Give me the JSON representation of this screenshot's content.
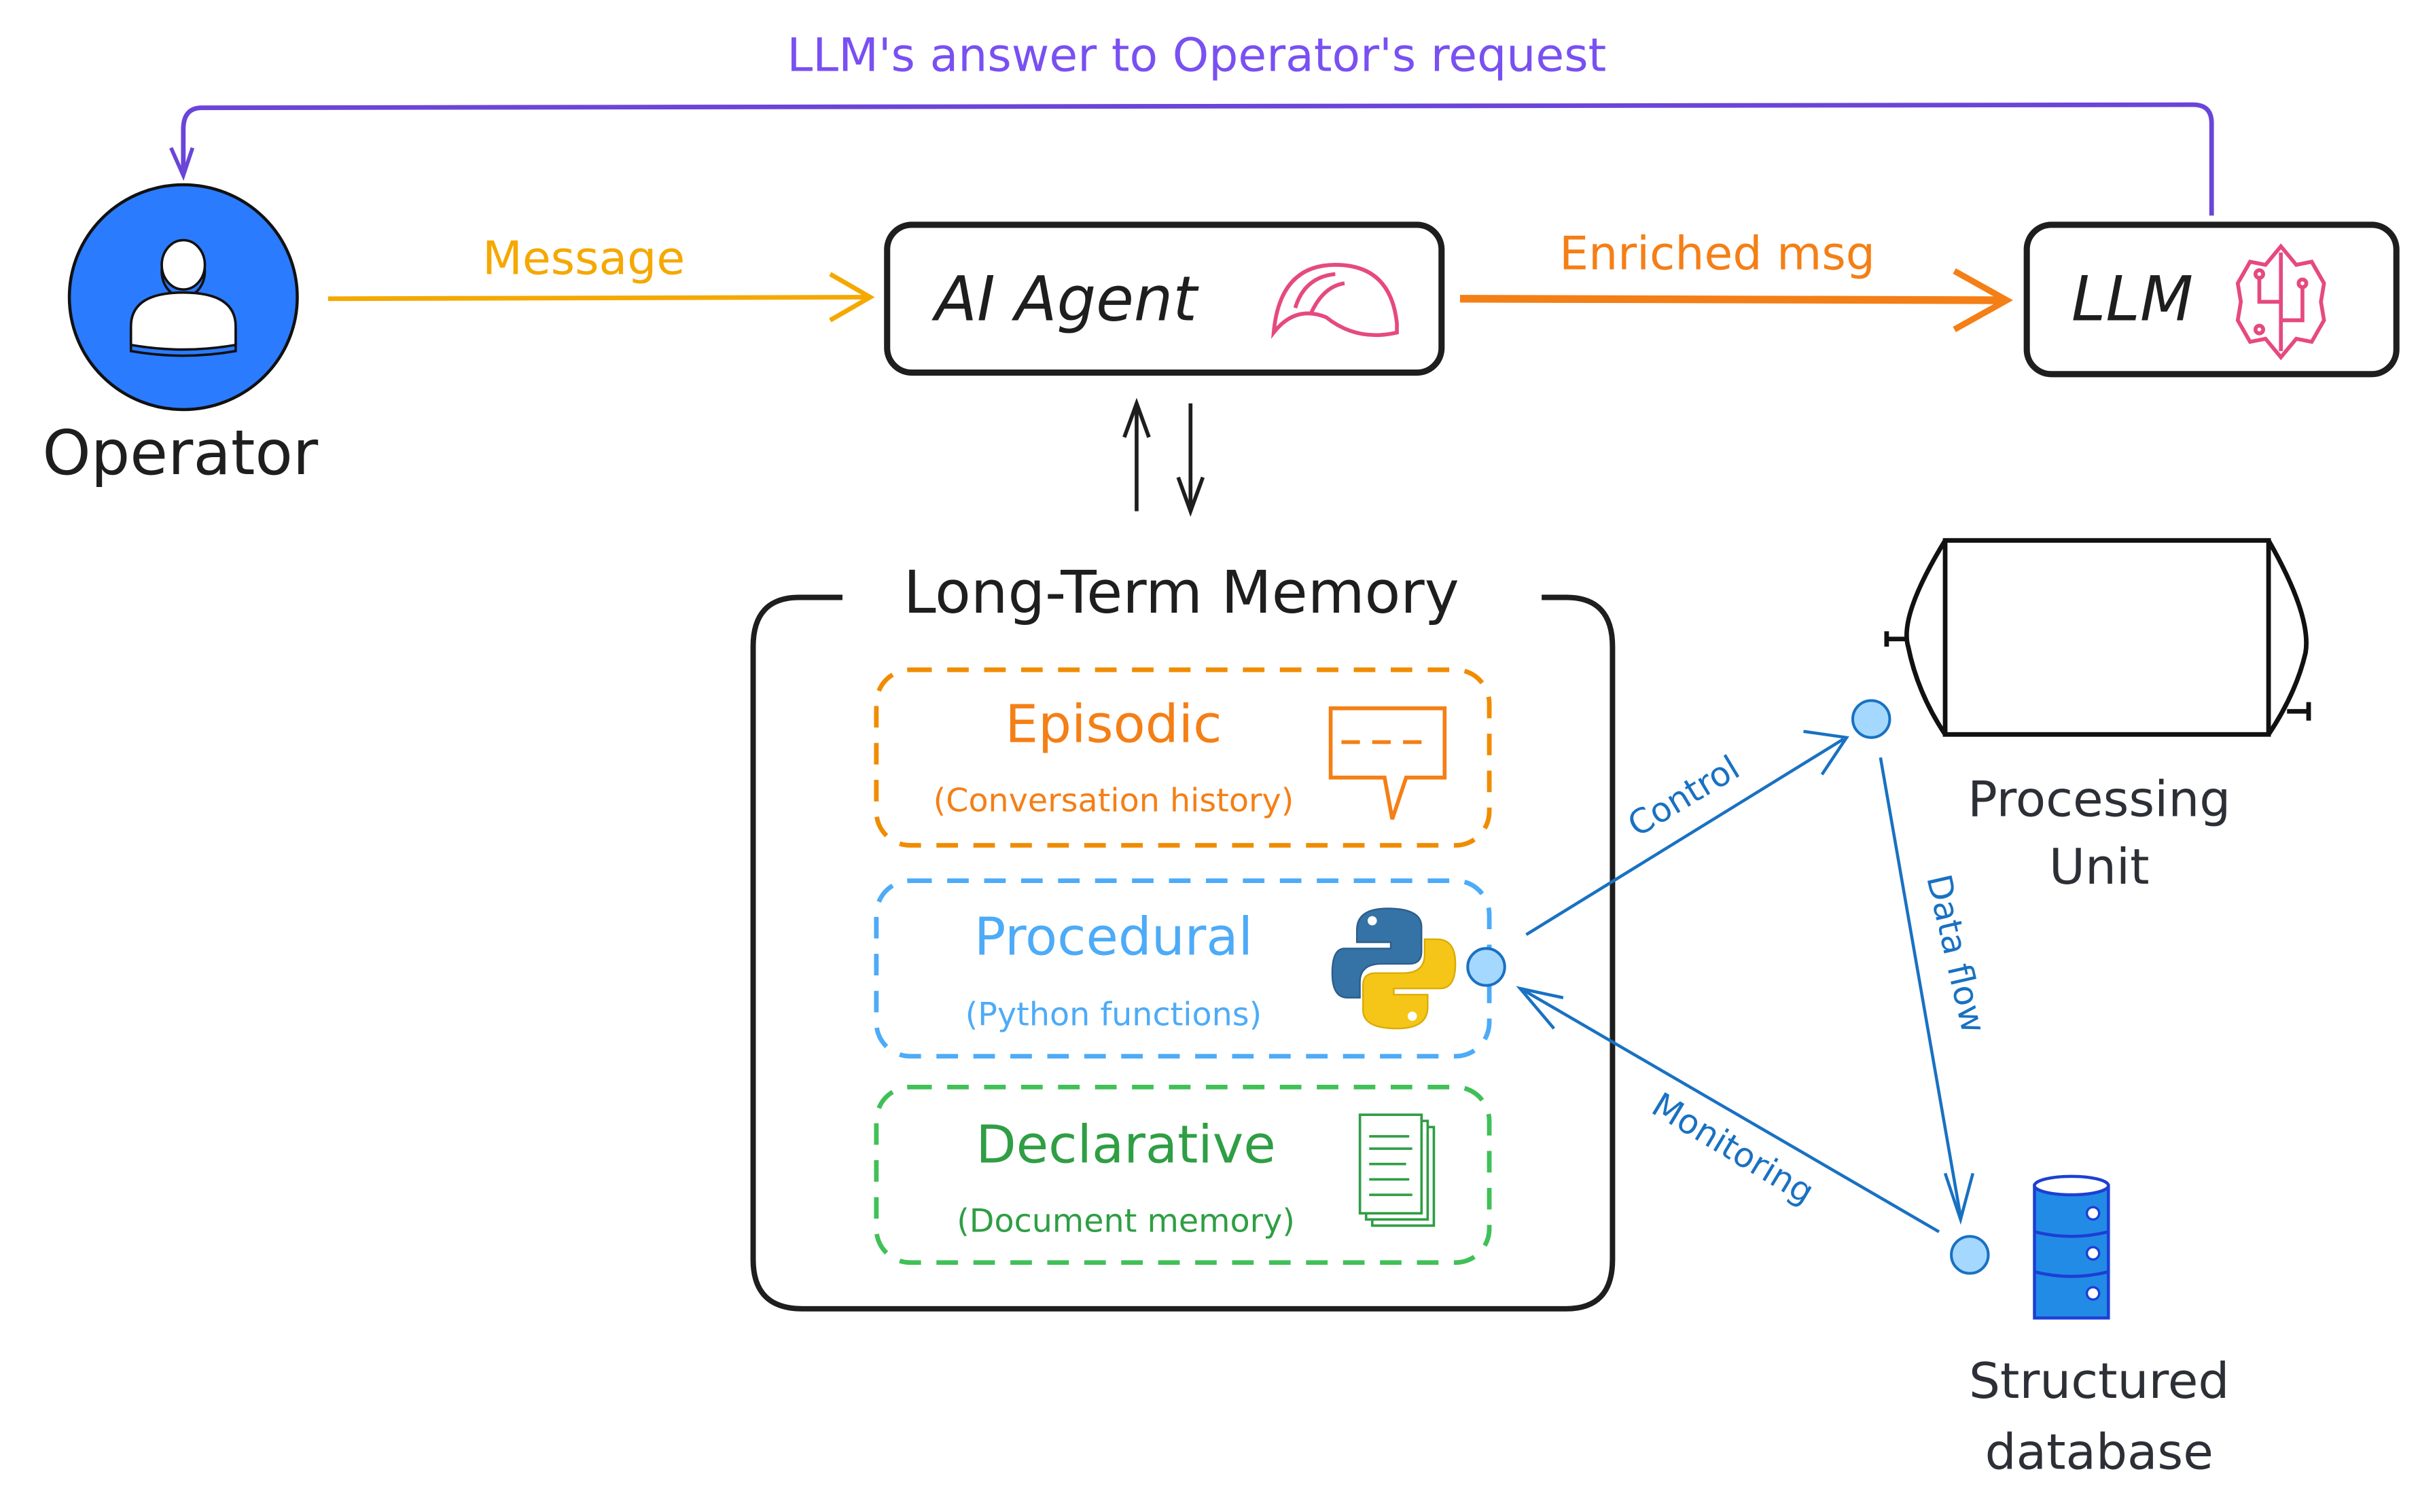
{
  "colors": {
    "purple": "#6a45d8",
    "yellow": "#f5a800",
    "orange": "#f47f16",
    "pink": "#e64980",
    "blue_link": "#1971c2",
    "node_fill": "#a5d8ff",
    "episodic": "#f08c00",
    "procedural": "#4dabf7",
    "declarative": "#2f9e44",
    "operator_fill": "#2b7bff",
    "db_fill": "#228be6"
  },
  "operator": {
    "label": "Operator",
    "icon": "user-icon"
  },
  "agent": {
    "label": "AI Agent",
    "icon": "hard-hat-icon"
  },
  "llm": {
    "label": "LLM",
    "icon": "brain-circuit-icon"
  },
  "edges": {
    "message": "Message",
    "enriched": "Enriched msg",
    "answer": "LLM's answer to Operator's request",
    "control": "Control",
    "data_flow": "Data flow",
    "monitoring": "Monitoring"
  },
  "memory": {
    "title": "Long-Term Memory",
    "sections": [
      {
        "title": "Episodic",
        "subtitle": "(Conversation history)",
        "icon": "chat-bubble-icon"
      },
      {
        "title": "Procedural",
        "subtitle": "(Python functions)",
        "icon": "python-logo-icon"
      },
      {
        "title": "Declarative",
        "subtitle": "(Document memory)",
        "icon": "documents-icon"
      }
    ]
  },
  "processing_unit": {
    "line1": "Processing",
    "line2": "Unit",
    "icon": "tank-icon"
  },
  "database": {
    "line1": "Structured",
    "line2": "database",
    "icon": "database-icon"
  }
}
